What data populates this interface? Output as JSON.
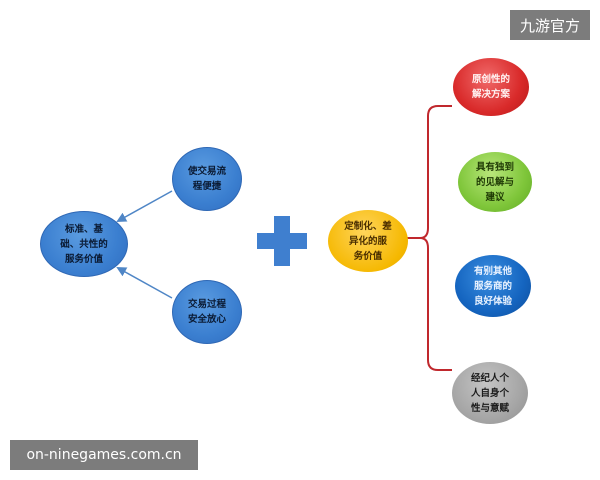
{
  "watermarks": {
    "top": "九游官方",
    "bottom": "on-ninegames.com.cn"
  },
  "nodes": {
    "left_goal": [
      "标准、基",
      "础、共性的",
      "服务价值"
    ],
    "top_process": [
      "使交易流",
      "程便捷"
    ],
    "bottom_process": [
      "交易过程",
      "安全放心"
    ],
    "center": [
      "定制化、差",
      "异化的服",
      "务价值"
    ],
    "right_1": [
      "原创性的",
      "解决方案"
    ],
    "right_2": [
      "具有独到",
      "的见解与",
      "建议"
    ],
    "right_3": [
      "有别其他",
      "服务商的",
      "良好体验"
    ],
    "right_4": [
      "经纪人个",
      "人自身个",
      "性与意赋"
    ]
  },
  "colors": {
    "arrow": "#4f86c6",
    "plus": "#3f7fcf",
    "bracket": "#c0282d"
  },
  "icons": {
    "plus": "plus-icon"
  }
}
